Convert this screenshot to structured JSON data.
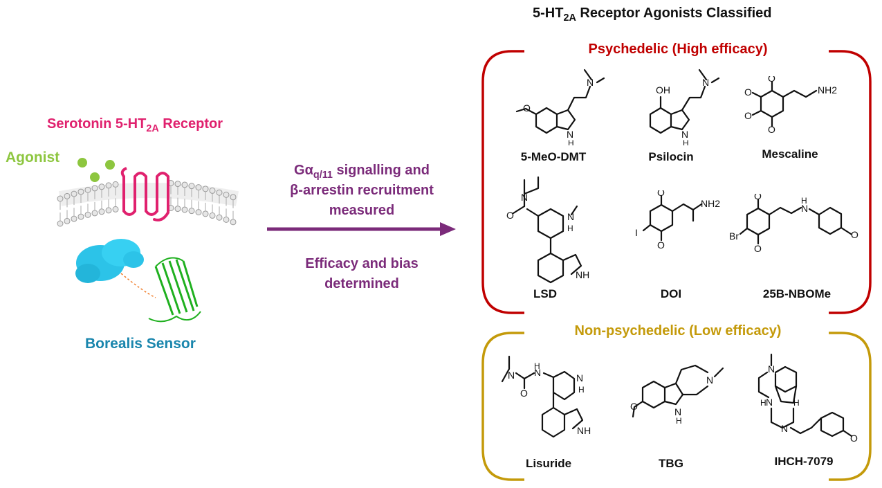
{
  "title": {
    "prefix": "5-HT",
    "sub": "2A",
    "suffix": " Receptor Agonists Classified"
  },
  "left": {
    "receptor": {
      "prefix": "Serotonin 5-HT",
      "sub": "2A",
      "suffix": " Receptor"
    },
    "agonist": "Agonist",
    "sensor": "Borealis Sensor"
  },
  "middle": {
    "line1_prefix": "Gα",
    "line1_sub": "q/11",
    "line1_suffix": " signalling and",
    "line2": "β-arrestin recruitment",
    "line3": "measured",
    "line4": "Efficacy and bias",
    "line5": "determined"
  },
  "psychedelic": {
    "header": "Psychedelic (High efficacy)",
    "compounds": [
      "5-MeO-DMT",
      "Psilocin",
      "Mescaline",
      "LSD",
      "DOI",
      "25B-NBOMe"
    ]
  },
  "non_psychedelic": {
    "header": "Non-psychedelic (Low efficacy)",
    "compounds": [
      "Lisuride",
      "TBG",
      "IHCH-7079"
    ]
  },
  "atoms": {
    "N": "N",
    "NH": "NH",
    "H": "H",
    "O": "O",
    "OH": "OH",
    "NH2": "NH2",
    "I": "I",
    "Br": "Br"
  },
  "colors": {
    "pink": "#e0216e",
    "green": "#8dc63f",
    "teal": "#1a86ad",
    "purple": "#7b2b7a",
    "red": "#c00000",
    "gold": "#c49a0a",
    "protein": "#2cc3e8",
    "gfp": "#1fb01f"
  }
}
